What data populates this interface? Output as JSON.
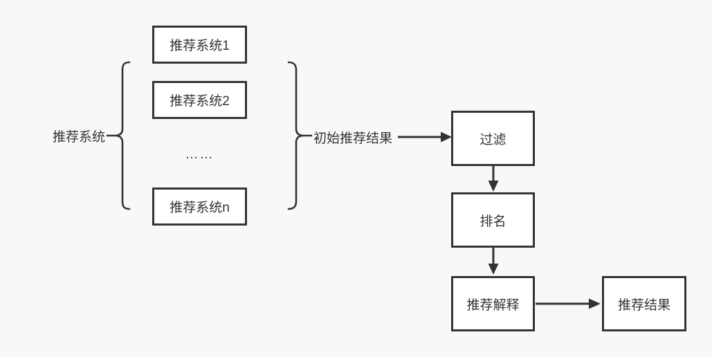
{
  "diagram": {
    "title_implicit": "recommendation-pipeline-flowchart",
    "group": {
      "label": "推荐系统",
      "boxes": [
        "推荐系统1",
        "推荐系统2",
        "推荐系统n"
      ],
      "ellipsis": "……"
    },
    "intermediate_label": "初始推荐结果",
    "pipeline": {
      "filter": "过滤",
      "rank": "排名",
      "explain": "推荐解释",
      "result": "推荐结果"
    }
  },
  "colors": {
    "background": "#f8f8f8",
    "stroke": "#333333",
    "box_fill": "#ffffff",
    "text": "#333333"
  }
}
